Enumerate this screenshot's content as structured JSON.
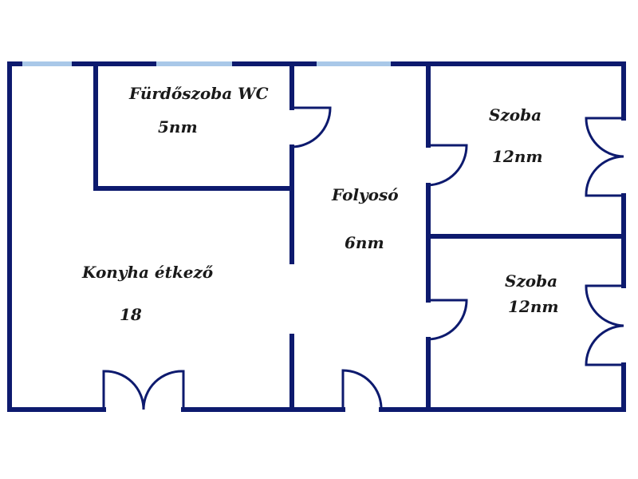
{
  "colors": {
    "wall": "#0d1a6e",
    "window": "#a9c8e8",
    "background": "#ffffff"
  },
  "rooms": [
    {
      "id": "bathroom",
      "name": "Fürdőszoba WC",
      "area": "5nm"
    },
    {
      "id": "corridor",
      "name": "Folyosó",
      "area": "6nm"
    },
    {
      "id": "room-1",
      "name": "Szoba",
      "area": "12nm"
    },
    {
      "id": "room-2",
      "name": "Szoba",
      "area": "12nm"
    },
    {
      "id": "kitchen",
      "name": "Konyha étkező",
      "area": "18"
    }
  ]
}
